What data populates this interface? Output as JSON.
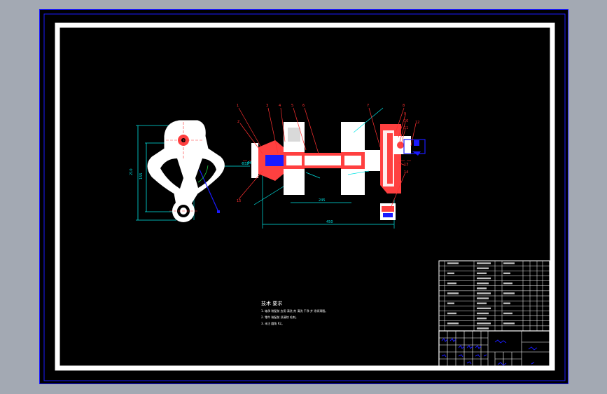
{
  "technical_requirements": {
    "title": "技术 要求",
    "lines": [
      "1. 轴承 装配前 应用 清洗 剂 清洗 干净 并 涂润滑脂。",
      "2. 零件 装配前 须清除 毛刺。",
      "3. 未注 圆角 R2。"
    ]
  },
  "callouts": {
    "top": [
      "1",
      "2",
      "3",
      "4",
      "5",
      "6",
      "7",
      "8",
      "9",
      "10",
      "11",
      "12"
    ],
    "bottom": [
      "13",
      "14",
      "15"
    ]
  },
  "colors": {
    "frame_white": "#ffffff",
    "sheet_black": "#000000",
    "border_blue": "#1a1aff",
    "dim_cyan": "#00e5e5",
    "leader_red": "#ff3030",
    "hatch_red": "#ff4040",
    "part_green": "#22cc44",
    "background_gray": "#a3a9b3"
  }
}
